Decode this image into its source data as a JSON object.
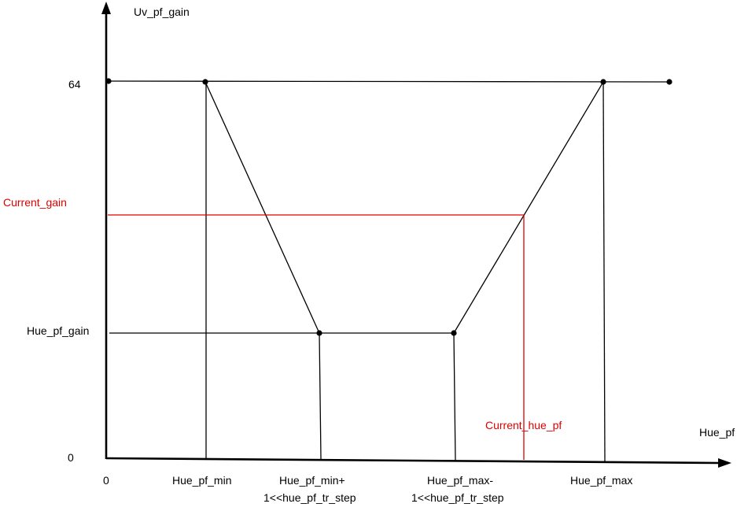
{
  "axes": {
    "y_title": "Uv_pf_gain",
    "x_title": "Hue_pf",
    "origin_x_label": "0",
    "origin_y_label": "0"
  },
  "y_labels": {
    "max": "64",
    "current_gain": "Current_gain",
    "hue_pf_gain": "Hue_pf_gain"
  },
  "x_labels": {
    "hue_pf_min": "Hue_pf_min",
    "min_step_line1": "Hue_pf_min+",
    "min_step_line2": "1<<hue_pf_tr_step",
    "max_step_line1": "Hue_pf_max-",
    "max_step_line2": "1<<hue_pf_tr_step",
    "hue_pf_max": "Hue_pf_max"
  },
  "annotations": {
    "current_hue_pf": "Current_hue_pf"
  },
  "colors": {
    "lines": "#000000",
    "highlight": "#e00000",
    "background": "#ffffff"
  }
}
